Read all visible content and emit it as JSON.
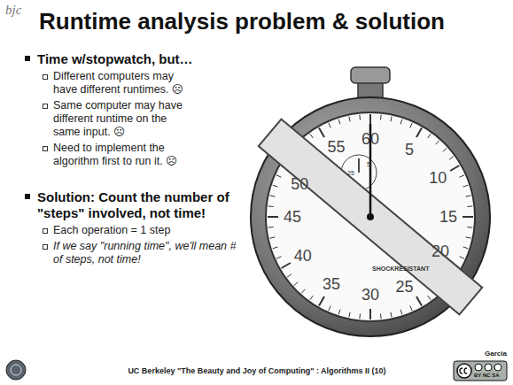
{
  "diagram": {
    "title": "Runtime analysis problem & solution",
    "labels": [
      "bjc",
      "Time w/stopwatch, but…",
      "Different computers may have different runtimes. ☹",
      "Same computer may have different runtime on the same input. ☹",
      "Need to implement the algorithm first to run it. ☹",
      "Solution: Count the number of \"steps\" involved, not time!",
      "Each operation = 1 step",
      "If we say \"running time\", we'll mean # of steps, not time!",
      "60",
      "5",
      "10",
      "15",
      "20",
      "25",
      "30",
      "35",
      "40",
      "45",
      "50",
      "55",
      "25",
      "5",
      "SHOCKRESISTANT",
      "Garcia",
      "UC Berkeley \"The Beauty and Joy of Computing\" : Algorithms II (10)",
      "BY NC SA"
    ]
  }
}
